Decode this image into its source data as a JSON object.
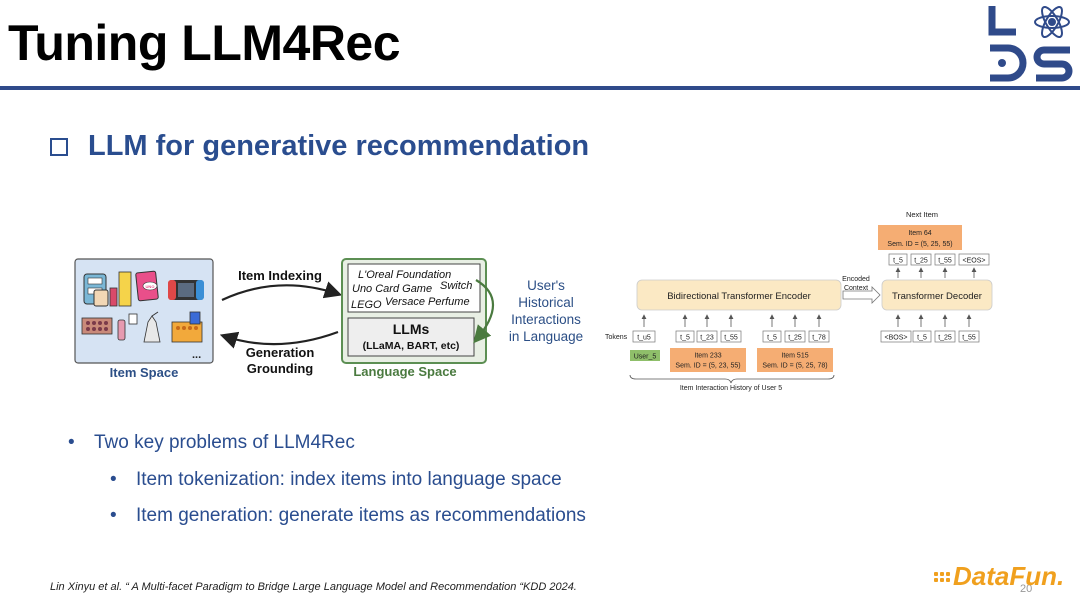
{
  "slide": {
    "title": "Tuning LLM4Rec",
    "heading": "LLM for generative recommendation",
    "page_number": "20"
  },
  "left_figure": {
    "item_space_label": "Item Space",
    "ellipsis": "...",
    "uno_label": "UNO",
    "item_indexing": "Item Indexing",
    "generation": "Generation",
    "grounding": "Grounding",
    "item_names_line1": "L'Oreal Foundation",
    "item_names_line2a": "Uno Card Game",
    "item_names_line2b": "Switch",
    "item_names_line3a": "LEGO",
    "item_names_line3b": "Versace Perfume",
    "llms_title": "LLMs",
    "llms_sub": "(LLaMA, BART, etc)",
    "language_space_label": "Language Space",
    "history_line1": "User's",
    "history_line2": "Historical",
    "history_line3": "Interactions",
    "history_line4": "in Language",
    "colors": {
      "item_panel": "#d6e3f3",
      "language_panel": "#e8efe4",
      "language_border": "#5c8f53",
      "label_blue": "#2c4f86",
      "label_green": "#4a7a3f"
    }
  },
  "right_figure": {
    "next_item": "Next Item",
    "out_item": "Item 64",
    "out_sem": "Sem. ID = (5, 25, 55)",
    "decoder_tokens": [
      "t_5",
      "t_25",
      "t_55",
      "<EOS>"
    ],
    "encoder_label": "Bidirectional Transformer Encoder",
    "encoded_context_line1": "Encoded",
    "encoded_context_line2": "Context",
    "decoder_label": "Transformer Decoder",
    "tokens_label": "Tokens",
    "user_token": "t_u5",
    "item1_tokens": [
      "t_5",
      "t_23",
      "t_55"
    ],
    "item2_tokens": [
      "t_5",
      "t_25",
      "t_78"
    ],
    "decoder_input_tokens": [
      "<BOS>",
      "t_5",
      "t_25",
      "t_55"
    ],
    "user_label": "User_5",
    "item1_name": "Item 233",
    "item1_sem": "Sem. ID = (5, 23, 55)",
    "item2_name": "Item 515",
    "item2_sem": "Sem. ID = (5, 25, 78)",
    "history_caption": "Item Interaction History of User 5",
    "colors": {
      "block": "#fbe9c4",
      "item": "#f5ad73",
      "user": "#8fbf6a"
    }
  },
  "bullets": {
    "b1": "Two key problems of LLM4Rec",
    "b2": "Item tokenization: index items into language space",
    "b3": "Item generation: generate items as recommendations",
    "bullet_char": "•"
  },
  "citation": "Lin Xinyu et al. “ A Multi-facet Paradigm to Bridge Large Language Model and Recommendation “KDD 2024.",
  "datafun_logo": "DataFun."
}
